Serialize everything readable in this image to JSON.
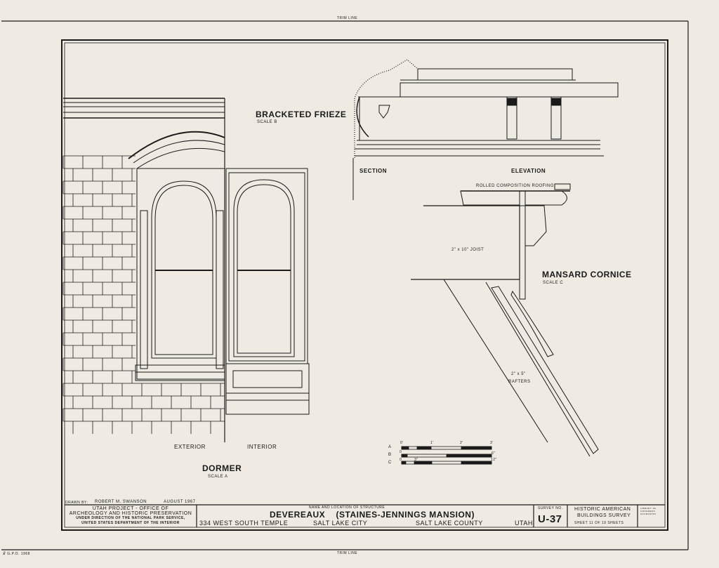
{
  "sheet": {
    "trim_line_top": "TRIM LINE",
    "trim_line_bottom": "TRIM LINE",
    "printer_mark": "☧ G.P.O. 1968"
  },
  "frieze": {
    "title": "BRACKETED FRIEZE",
    "scale": "SCALE B",
    "section_label": "SECTION",
    "elevation_label": "ELEVATION"
  },
  "cornice": {
    "title": "MANSARD CORNICE",
    "scale": "SCALE C",
    "roofing_label": "ROLLED COMPOSITION ROOFING",
    "joist_label": "2\" x 10\" JOIST",
    "rafters_size": "2\" x 5\"",
    "rafters_label": "RAFTERS"
  },
  "dormer": {
    "title": "DORMER",
    "scale": "SCALE A",
    "exterior_label": "EXTERIOR",
    "interior_label": "INTERIOR"
  },
  "scale_bars": {
    "rows": [
      {
        "letter": "A",
        "start": "0'",
        "ticks": [
          "1'",
          "2'",
          "3'"
        ]
      },
      {
        "letter": "B",
        "start": "0",
        "ticks": [
          "6\""
        ]
      },
      {
        "letter": "C",
        "start": "0",
        "ticks": [
          "3\"",
          "12\""
        ]
      }
    ]
  },
  "title_block": {
    "drawn_by_label": "DRAWN BY:",
    "drawn_by": "ROBERT M. SWANSON",
    "date": "AUGUST 1967",
    "agency_line1": "UTAH PROJECT - OFFICE OF",
    "agency_line2": "ARCHEOLOGY AND HISTORIC PRESERVATION",
    "agency_line3": "UNDER DIRECTION OF THE NATIONAL PARK SERVICE,",
    "agency_line4": "UNITED STATES DEPARTMENT OF THE INTERIOR",
    "structure_caption": "NAME AND LOCATION OF STRUCTURE",
    "structure_name": "DEVEREAUX    (STAINES-JENNINGS MANSION)",
    "address": "334 WEST SOUTH TEMPLE",
    "city": "SALT LAKE CITY",
    "county": "SALT LAKE COUNTY",
    "state": "UTAH",
    "survey_no_label": "SURVEY NO.",
    "survey_no": "U-37",
    "habs_line1": "HISTORIC AMERICAN",
    "habs_line2": "BUILDINGS SURVEY",
    "sheet_label": "SHEET 11 OF 19 SHEETS",
    "library_stamp": "LIBRARY OF CONGRESS ACCESSION"
  }
}
